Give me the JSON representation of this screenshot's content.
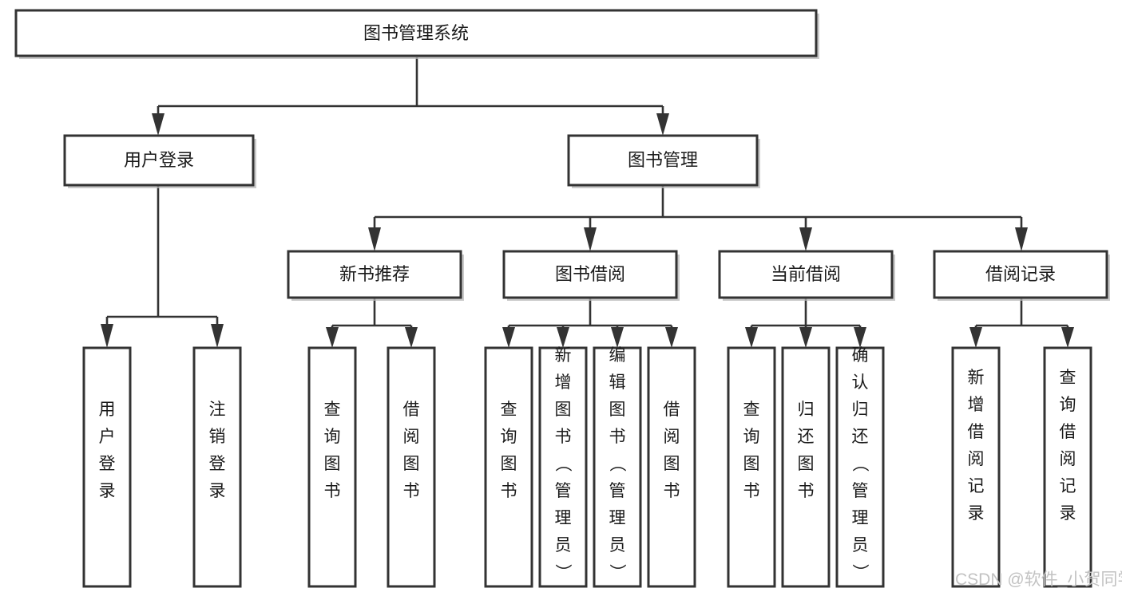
{
  "diagram": {
    "type": "tree-hierarchy-chart",
    "title": "图书管理系统",
    "orientation": "top-down",
    "colors": {
      "box_fill": "#ffffff",
      "box_stroke": "#333333",
      "shadow": "#b8b8b8",
      "text": "#1a1a1a",
      "watermark": "#c2c2c2",
      "background": "#ffffff"
    },
    "levels": {
      "root": {
        "label": "图书管理系统"
      },
      "level2": [
        {
          "label": "用户登录"
        },
        {
          "label": "图书管理"
        }
      ],
      "level3": [
        {
          "label": "新书推荐"
        },
        {
          "label": "图书借阅"
        },
        {
          "label": "当前借阅"
        },
        {
          "label": "借阅记录"
        }
      ],
      "leaves": [
        {
          "label": "用户登录",
          "parent": "用户登录"
        },
        {
          "label": "注销登录",
          "parent": "用户登录"
        },
        {
          "label": "查询图书",
          "parent": "新书推荐"
        },
        {
          "label": "借阅图书",
          "parent": "新书推荐"
        },
        {
          "label": "查询图书",
          "parent": "图书借阅"
        },
        {
          "label": "新增图书（管理员）",
          "parent": "图书借阅"
        },
        {
          "label": "编辑图书（管理员）",
          "parent": "图书借阅"
        },
        {
          "label": "借阅图书",
          "parent": "图书借阅"
        },
        {
          "label": "查询图书",
          "parent": "当前借阅"
        },
        {
          "label": "归还图书",
          "parent": "当前借阅"
        },
        {
          "label": "确认归还（管理员）",
          "parent": "当前借阅"
        },
        {
          "label": "新增借阅记录",
          "parent": "借阅记录"
        },
        {
          "label": "查询借阅记录",
          "parent": "借阅记录"
        }
      ]
    }
  },
  "watermark": {
    "text": "CSDN @软件_小贺同学"
  }
}
